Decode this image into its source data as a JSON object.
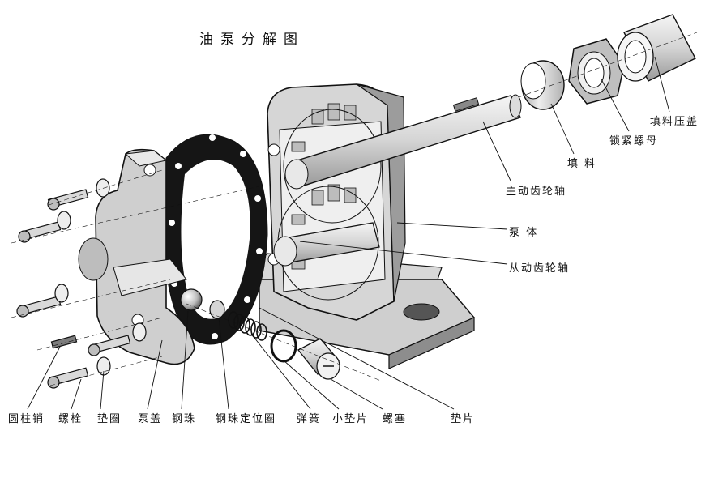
{
  "title": "油泵分解图",
  "labels": {
    "packing_cap": "填料压盖",
    "lock_nut": "锁紧螺母",
    "packing": "填  料",
    "drive_gear_shaft": "主动齿轮轴",
    "pump_body": "泵  体",
    "driven_gear_shaft": "从动齿轮轴",
    "dowel_pin": "圆柱销",
    "bolt": "螺栓",
    "washer": "垫圈",
    "pump_cover": "泵盖",
    "steel_ball": "钢珠",
    "ball_seat_ring": "钢珠定位圈",
    "spring": "弹簧",
    "small_gasket": "小垫片",
    "plug": "螺塞",
    "gasket": "垫片"
  },
  "colors": {
    "line": "#111111",
    "metal_light": "#f2f2f2",
    "metal_mid": "#c9c9c9",
    "metal_dark": "#8a8a8a",
    "gasket": "#151515"
  }
}
